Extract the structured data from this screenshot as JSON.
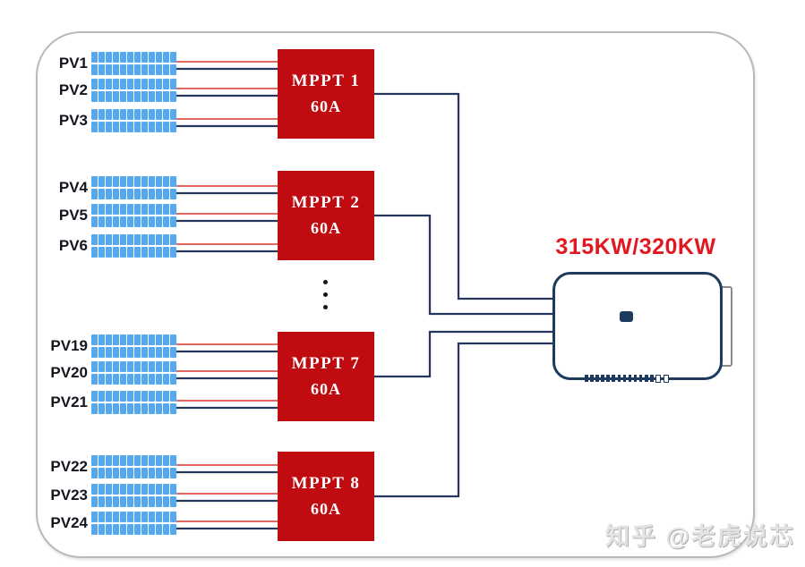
{
  "diagram": {
    "title_rating": "315KW/320KW",
    "watermark": "知乎 @老虎说芯",
    "groups": [
      {
        "mppt_name": "MPPT 1",
        "mppt_rating": "60A",
        "pv_labels": [
          "PV1",
          "PV2",
          "PV3"
        ]
      },
      {
        "mppt_name": "MPPT 2",
        "mppt_rating": "60A",
        "pv_labels": [
          "PV4",
          "PV5",
          "PV6"
        ]
      },
      {
        "mppt_name": "MPPT 7",
        "mppt_rating": "60A",
        "pv_labels": [
          "PV19",
          "PV20",
          "PV21"
        ]
      },
      {
        "mppt_name": "MPPT 8",
        "mppt_rating": "60A",
        "pv_labels": [
          "PV22",
          "PV23",
          "PV24"
        ]
      }
    ],
    "colors": {
      "mppt_box_red": "#c00c10",
      "wire_red": "#e0514a",
      "wire_navy": "#26365c",
      "panel_blue": "#55a9ee",
      "inverter_navy": "#1f3a5f",
      "rating_red": "#e11820",
      "frame_gray": "#b9b9b9"
    }
  }
}
